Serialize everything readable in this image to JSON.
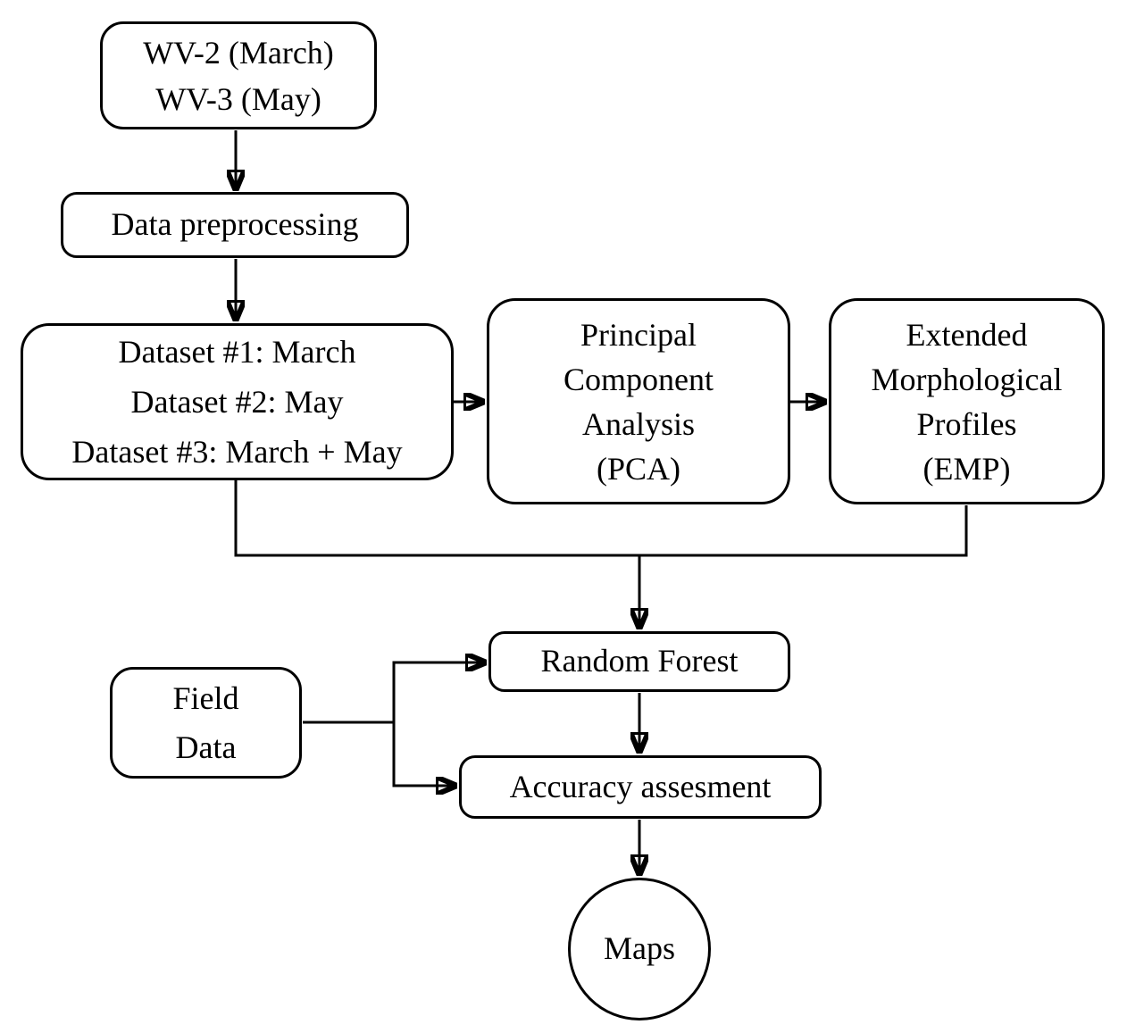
{
  "diagram": {
    "nodes": {
      "wv": {
        "lines": [
          "WV-2 (March)",
          "WV-3 (May)"
        ]
      },
      "preprocessing": {
        "label": "Data preprocessing"
      },
      "datasets": {
        "lines": [
          "Dataset #1: March",
          "Dataset #2: May",
          "Dataset #3: March + May"
        ]
      },
      "pca": {
        "lines": [
          "Principal",
          "Component",
          "Analysis",
          "(PCA)"
        ]
      },
      "emp": {
        "lines": [
          "Extended",
          "Morphological",
          "Profiles",
          "(EMP)"
        ]
      },
      "random_forest": {
        "label": "Random Forest"
      },
      "field_data": {
        "lines": [
          "Field",
          "Data"
        ]
      },
      "accuracy": {
        "label": "Accuracy assesment"
      },
      "maps": {
        "label": "Maps"
      }
    },
    "edges": [
      {
        "from": "wv",
        "to": "preprocessing"
      },
      {
        "from": "preprocessing",
        "to": "datasets"
      },
      {
        "from": "datasets",
        "to": "pca"
      },
      {
        "from": "pca",
        "to": "emp"
      },
      {
        "from": "datasets",
        "to": "random_forest"
      },
      {
        "from": "emp",
        "to": "random_forest"
      },
      {
        "from": "field_data",
        "to": "random_forest"
      },
      {
        "from": "field_data",
        "to": "accuracy"
      },
      {
        "from": "random_forest",
        "to": "accuracy"
      },
      {
        "from": "accuracy",
        "to": "maps"
      }
    ],
    "colors": {
      "stroke": "#000000",
      "node_fill": "#ffffff",
      "background": "#ffffff",
      "text": "#000000"
    }
  }
}
